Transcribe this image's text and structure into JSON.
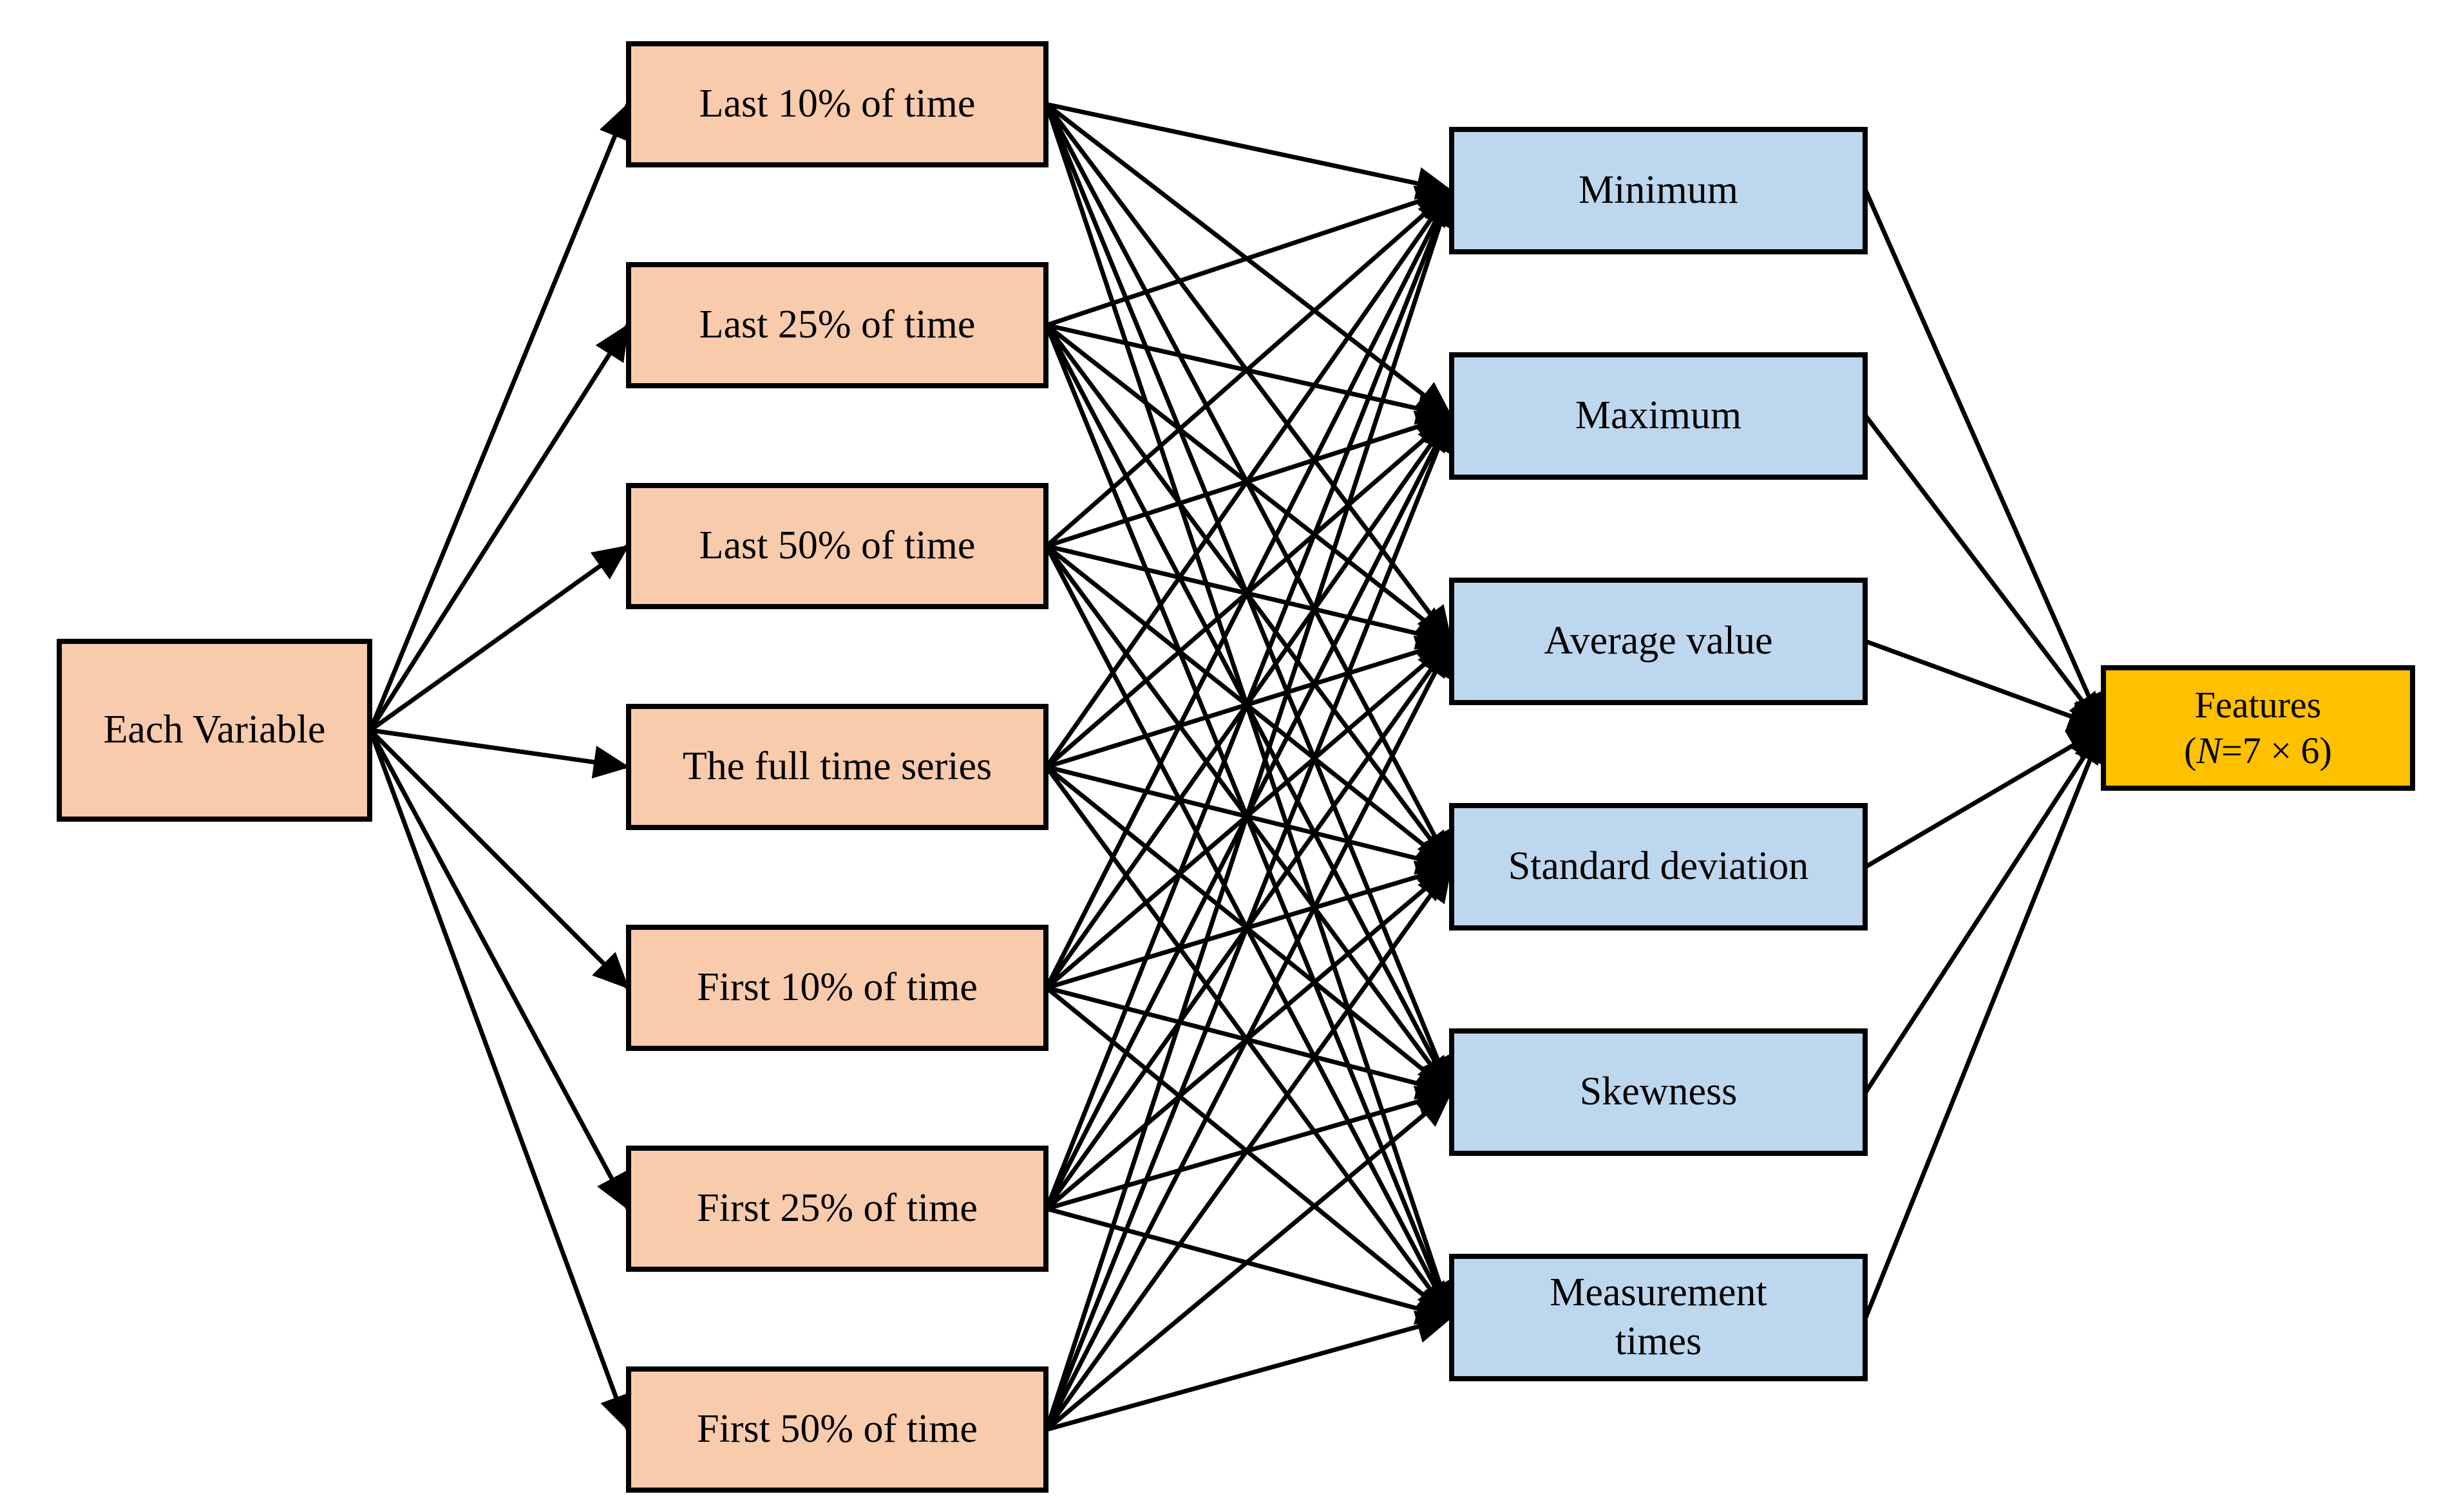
{
  "diagram": {
    "source": {
      "id": "eachvar",
      "label": "Each Variable"
    },
    "time_windows": [
      {
        "id": "last10",
        "label": "Last 10% of time"
      },
      {
        "id": "last25",
        "label": "Last 25% of time"
      },
      {
        "id": "last50",
        "label": "Last 50% of time"
      },
      {
        "id": "full",
        "label": "The full time series"
      },
      {
        "id": "first10",
        "label": "First 10% of time"
      },
      {
        "id": "first25",
        "label": "First 25% of time"
      },
      {
        "id": "first50",
        "label": "First 50% of time"
      }
    ],
    "statistics": [
      {
        "id": "min",
        "lines": [
          "Minimum"
        ]
      },
      {
        "id": "max",
        "lines": [
          "Maximum"
        ]
      },
      {
        "id": "avg",
        "lines": [
          "Average value"
        ]
      },
      {
        "id": "std",
        "lines": [
          "Standard deviation"
        ]
      },
      {
        "id": "skew",
        "lines": [
          "Skewness"
        ]
      },
      {
        "id": "meas",
        "lines": [
          "Measurement",
          "times"
        ]
      }
    ],
    "features": {
      "line1": "Features",
      "paren_open": "(",
      "n_symbol": "N",
      "line2_rest": "=7 × 6)"
    },
    "colors": {
      "window_fill": "#F8CBAD",
      "stat_fill": "#BDD7EE",
      "source_fill": "#F8CBAD",
      "features_fill": "#FFC000",
      "border": "#000000",
      "edge": "#000000"
    },
    "edges": [
      [
        "eachvar",
        "last10"
      ],
      [
        "eachvar",
        "last25"
      ],
      [
        "eachvar",
        "last50"
      ],
      [
        "eachvar",
        "full"
      ],
      [
        "eachvar",
        "first10"
      ],
      [
        "eachvar",
        "first25"
      ],
      [
        "eachvar",
        "first50"
      ],
      [
        "last10",
        "min"
      ],
      [
        "last10",
        "max"
      ],
      [
        "last10",
        "avg"
      ],
      [
        "last10",
        "std"
      ],
      [
        "last10",
        "skew"
      ],
      [
        "last10",
        "meas"
      ],
      [
        "last25",
        "min"
      ],
      [
        "last25",
        "max"
      ],
      [
        "last25",
        "avg"
      ],
      [
        "last25",
        "std"
      ],
      [
        "last25",
        "skew"
      ],
      [
        "last25",
        "meas"
      ],
      [
        "last50",
        "min"
      ],
      [
        "last50",
        "max"
      ],
      [
        "last50",
        "avg"
      ],
      [
        "last50",
        "std"
      ],
      [
        "last50",
        "skew"
      ],
      [
        "last50",
        "meas"
      ],
      [
        "full",
        "min"
      ],
      [
        "full",
        "max"
      ],
      [
        "full",
        "avg"
      ],
      [
        "full",
        "std"
      ],
      [
        "full",
        "skew"
      ],
      [
        "full",
        "meas"
      ],
      [
        "first10",
        "min"
      ],
      [
        "first10",
        "max"
      ],
      [
        "first10",
        "avg"
      ],
      [
        "first10",
        "std"
      ],
      [
        "first10",
        "skew"
      ],
      [
        "first10",
        "meas"
      ],
      [
        "first25",
        "min"
      ],
      [
        "first25",
        "max"
      ],
      [
        "first25",
        "avg"
      ],
      [
        "first25",
        "std"
      ],
      [
        "first25",
        "skew"
      ],
      [
        "first25",
        "meas"
      ],
      [
        "first50",
        "min"
      ],
      [
        "first50",
        "max"
      ],
      [
        "first50",
        "avg"
      ],
      [
        "first50",
        "std"
      ],
      [
        "first50",
        "skew"
      ],
      [
        "first50",
        "meas"
      ],
      [
        "min",
        "features"
      ],
      [
        "max",
        "features"
      ],
      [
        "avg",
        "features"
      ],
      [
        "std",
        "features"
      ],
      [
        "skew",
        "features"
      ],
      [
        "meas",
        "features"
      ]
    ]
  }
}
